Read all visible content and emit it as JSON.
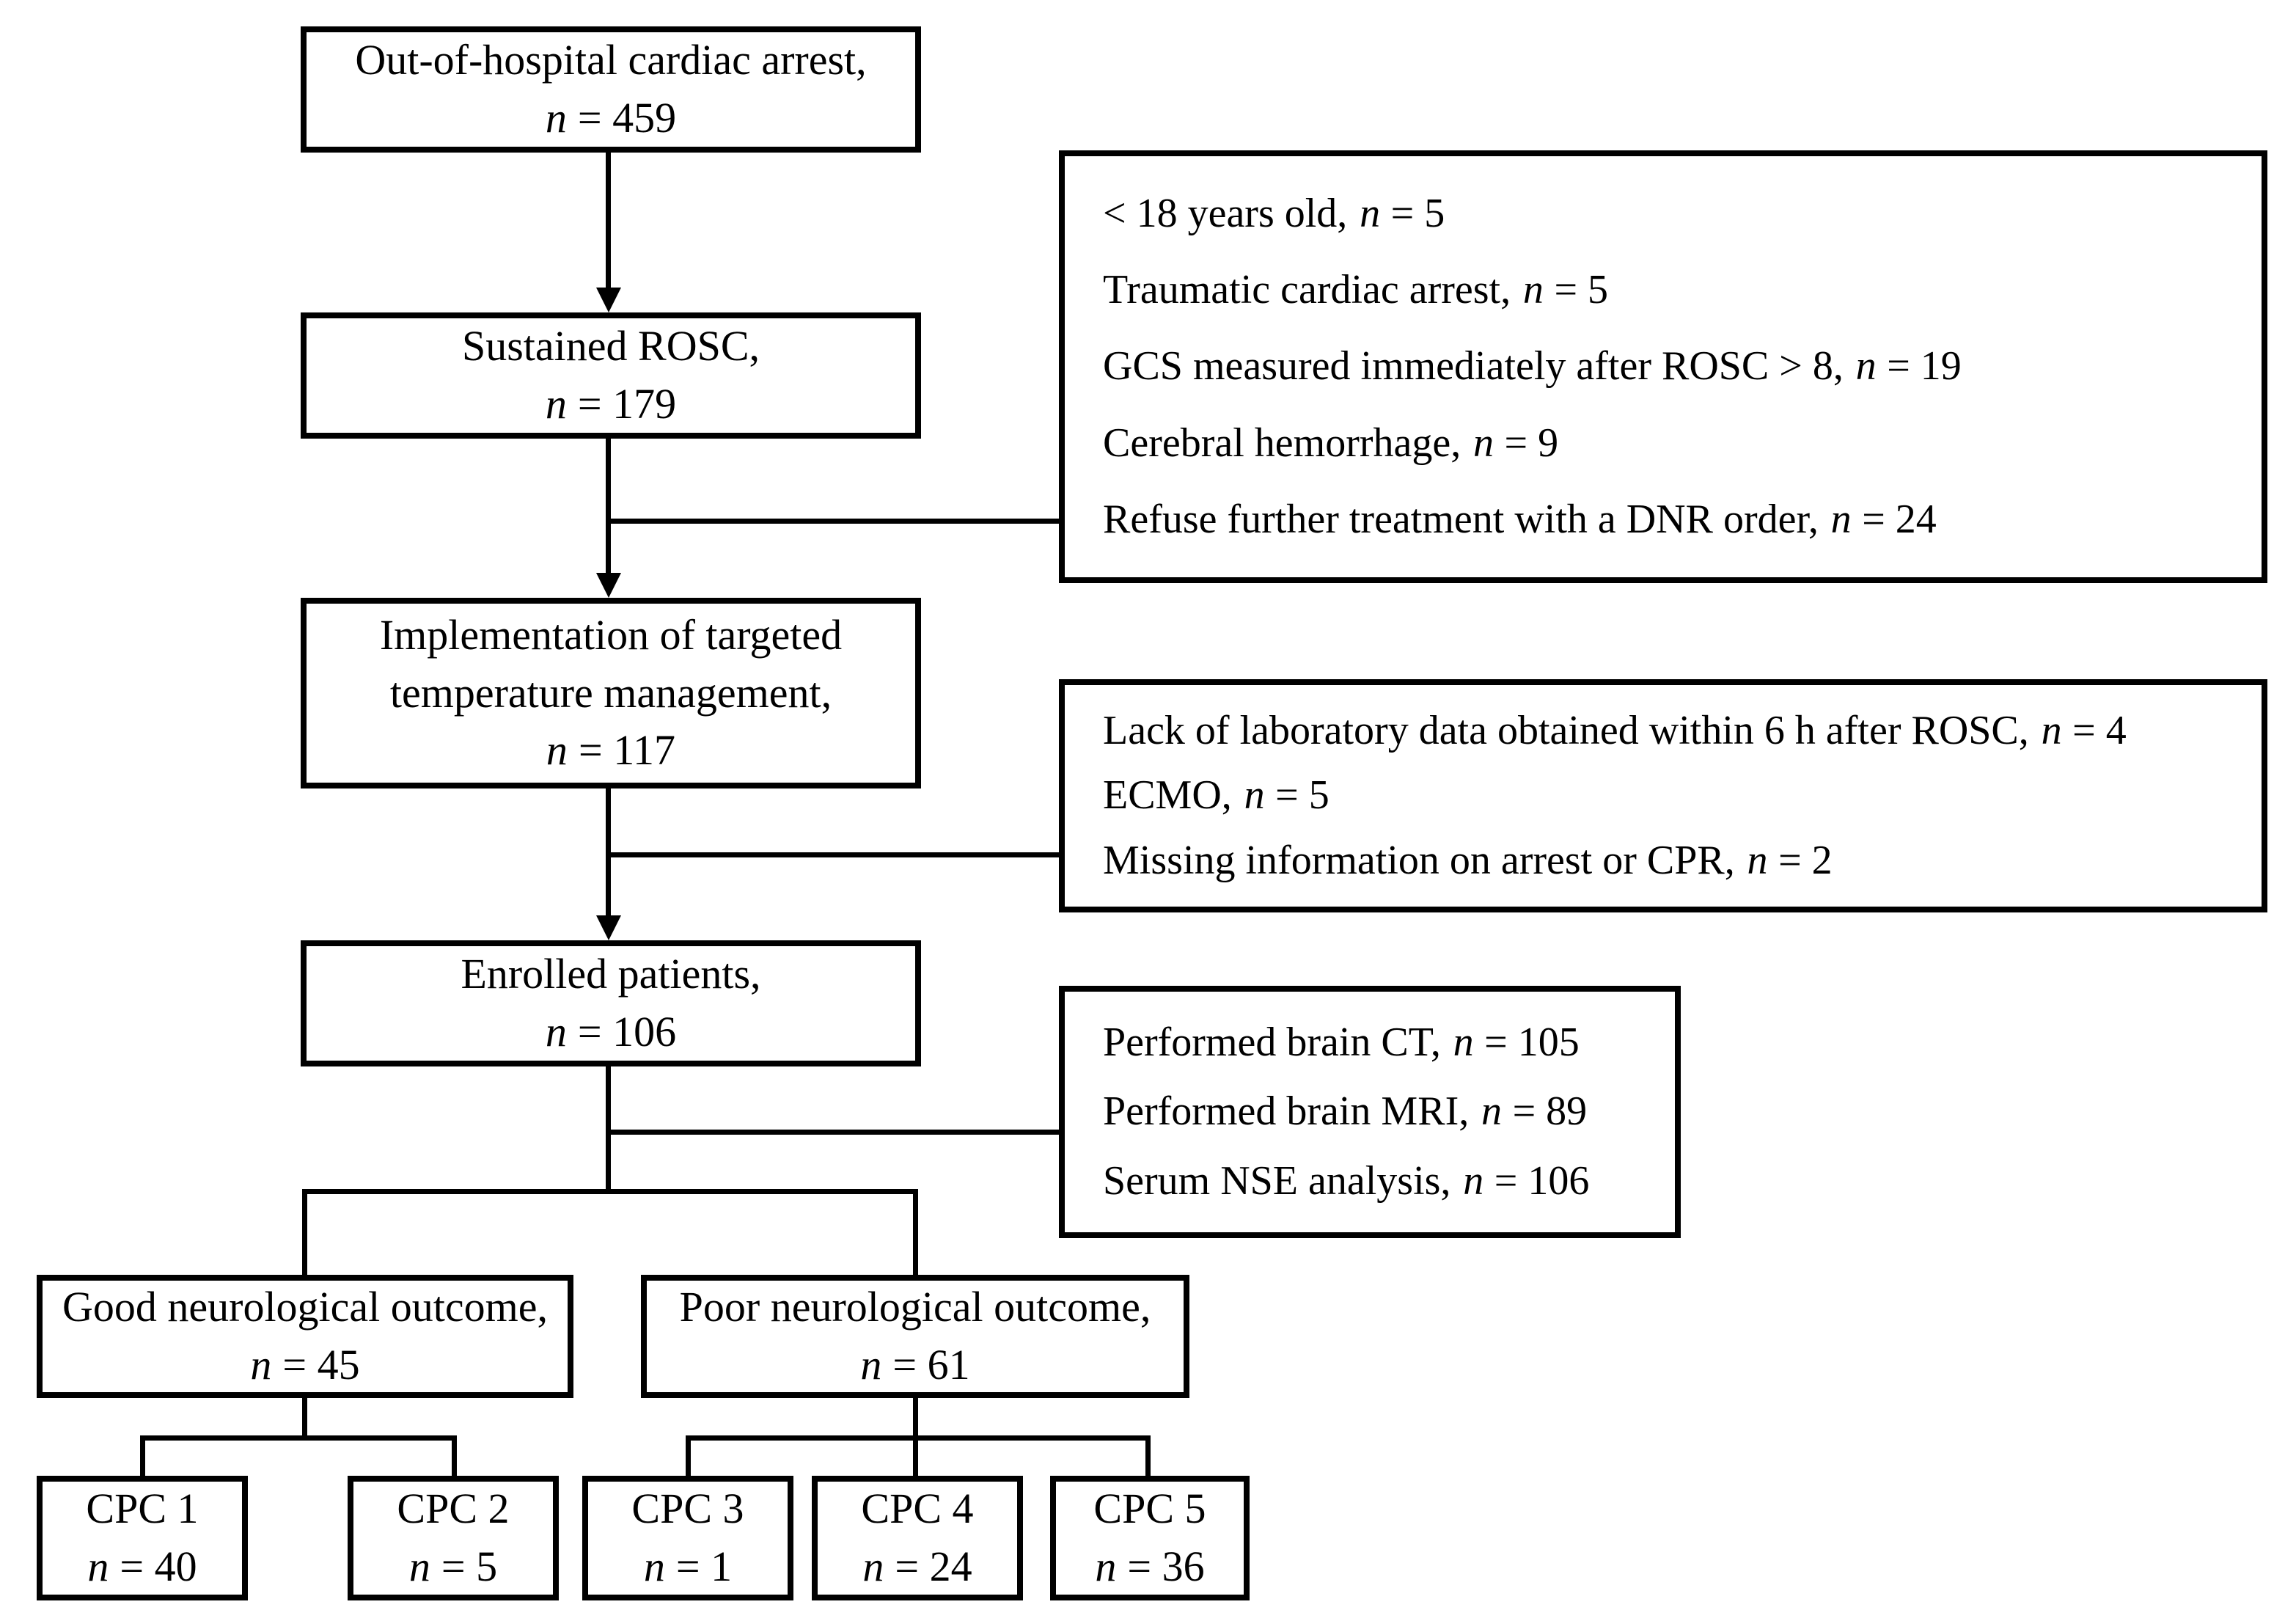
{
  "boxes": {
    "ohca": {
      "lines": [
        "Out-of-hospital cardiac arrest,"
      ],
      "n_var": "n",
      "n_eq": "= 459"
    },
    "rosc": {
      "lines": [
        "Sustained ROSC,"
      ],
      "n_var": "n",
      "n_eq": "= 179"
    },
    "ttm": {
      "lines": [
        "Implementation of targeted",
        "temperature management,"
      ],
      "n_var": "n",
      "n_eq": "= 117"
    },
    "enrolled": {
      "lines": [
        "Enrolled patients,"
      ],
      "n_var": "n",
      "n_eq": "= 106"
    },
    "good": {
      "lines": [
        "Good neurological outcome,"
      ],
      "n_var": "n",
      "n_eq": "= 45"
    },
    "poor": {
      "lines": [
        "Poor neurological outcome,"
      ],
      "n_var": "n",
      "n_eq": "= 61"
    },
    "cpc1": {
      "lines": [
        "CPC 1"
      ],
      "n_var": "n",
      "n_eq": "= 40"
    },
    "cpc2": {
      "lines": [
        "CPC 2"
      ],
      "n_var": "n",
      "n_eq": "= 5"
    },
    "cpc3": {
      "lines": [
        "CPC 3"
      ],
      "n_var": "n",
      "n_eq": "= 1"
    },
    "cpc4": {
      "lines": [
        "CPC 4"
      ],
      "n_var": "n",
      "n_eq": "= 24"
    },
    "cpc5": {
      "lines": [
        "CPC 5"
      ],
      "n_var": "n",
      "n_eq": "= 36"
    }
  },
  "side_boxes": {
    "exclusions_rosc": {
      "items": [
        {
          "t": "< 18 years old,",
          "n_var": "n",
          "v": "= 5"
        },
        {
          "t": "Traumatic cardiac arrest,",
          "n_var": "n",
          "v": "= 5"
        },
        {
          "t": "GCS measured immediately after ROSC > 8,",
          "n_var": "n",
          "v": "= 19"
        },
        {
          "t": "Cerebral hemorrhage,",
          "n_var": "n",
          "v": "= 9"
        },
        {
          "t": "Refuse further treatment with a DNR order,",
          "n_var": "n",
          "v": "= 24"
        }
      ]
    },
    "exclusions_ttm": {
      "items": [
        {
          "t": "Lack of laboratory data obtained within 6 h after ROSC,",
          "n_var": "n",
          "v": "= 4"
        },
        {
          "t": "ECMO,",
          "n_var": "n",
          "v": "= 5"
        },
        {
          "t": "Missing information on arrest or CPR,",
          "n_var": "n",
          "v": "= 2"
        }
      ]
    },
    "assessments": {
      "items": [
        {
          "t": "Performed brain CT,",
          "n_var": "n",
          "v": "= 105"
        },
        {
          "t": "Performed brain MRI,",
          "n_var": "n",
          "v": "= 89"
        },
        {
          "t": "Serum NSE analysis,",
          "n_var": "n",
          "v": "= 106"
        }
      ]
    }
  },
  "colors": {
    "line": "#000000",
    "background": "#ffffff",
    "text": "#000000"
  }
}
